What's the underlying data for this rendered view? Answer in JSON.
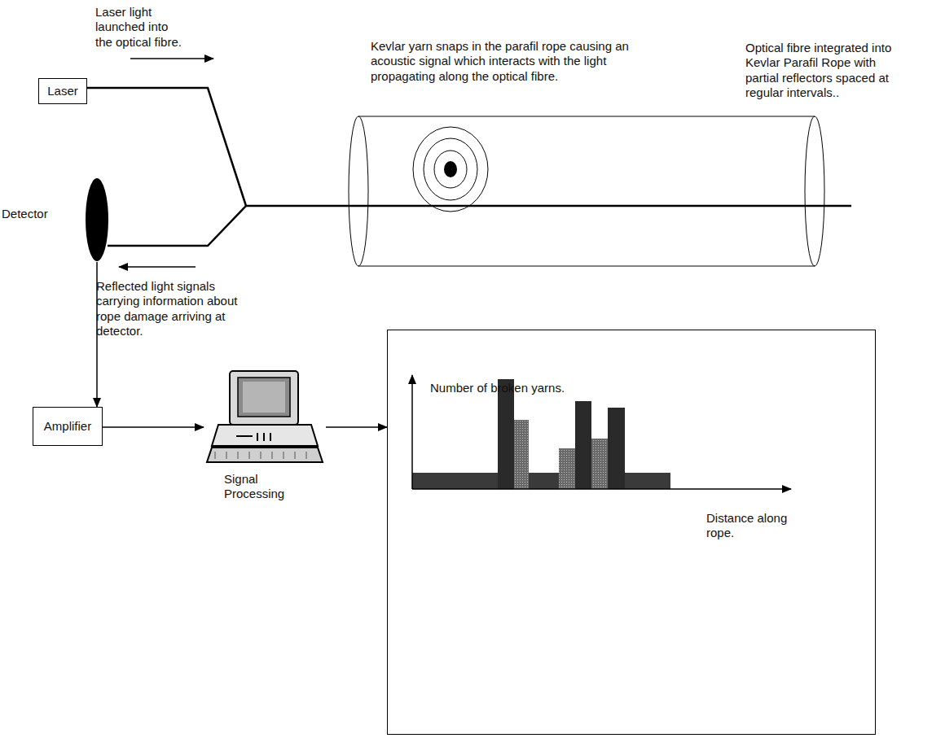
{
  "diagram": {
    "nodes": [
      {
        "text": [
          "Laser"
        ]
      },
      {
        "text": [
          "Detector"
        ]
      },
      {
        "text": [
          "Amplifier"
        ]
      },
      {
        "text": [
          "Signal Processing"
        ]
      },
      {
        "text": [
          "Number of broken yarns.",
          "Distance along rope."
        ]
      }
    ],
    "edges": [
      {
        "from": 1,
        "to": 2,
        "arrow": "to"
      },
      {
        "from": 2,
        "to": 3,
        "arrow": "to"
      },
      {
        "from": 3,
        "to": 4,
        "arrow": "to"
      }
    ],
    "labels": [
      "Laser light launched into the optical fibre.",
      "Kevlar yarn snaps in the parafil rope causing an acoustic signal which interacts with the light propagating along the optical fibre.",
      "Optical fibre integrated into Kevlar Parafil Rope with partial reflectors spaced at regular intervals..",
      "Reflected light signals carrying information about rope damage arriving at detector."
    ]
  }
}
